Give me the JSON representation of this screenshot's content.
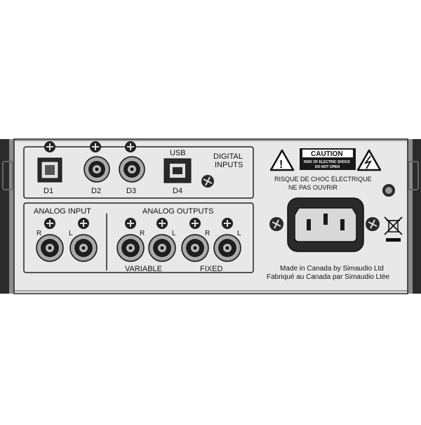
{
  "digital": {
    "title_line1": "DIGITAL",
    "title_line2": "INPUTS",
    "usb": "USB",
    "d1": "D1",
    "d2": "D2",
    "d3": "D3",
    "d4": "D4"
  },
  "analog_input": {
    "title": "ANALOG INPUT",
    "r": "R",
    "l": "L"
  },
  "analog_outputs": {
    "title": "ANALOG OUTPUTS",
    "variable_r": "R",
    "variable_l": "L",
    "fixed_r": "R",
    "fixed_l": "L",
    "variable": "VARIABLE",
    "fixed": "FIXED"
  },
  "warning": {
    "caution": "CAUTION",
    "risk_line1": "RISK OF ELECTRIC SHOCK",
    "risk_line2": "DO NOT OPEN",
    "risque_line1": "RISQUE DE CHOC ÉLECTRIQUE",
    "risque_line2": "NE PAS OUVRIR",
    "excl": "!"
  },
  "footer": {
    "made_in": "Made in Canada by Simaudio Ltd",
    "fabrique": "Fabriqué au Canada par Simaudio Ltée"
  },
  "colors": {
    "panel": "#e8e8e8",
    "outline": "#222222",
    "dark": "#2a2a2a"
  },
  "icons": [
    "screw-icon",
    "optical-jack-icon",
    "rca-jack-icon",
    "usb-b-port-icon",
    "iec-power-inlet-icon",
    "warning-triangle-icon",
    "lightning-triangle-icon",
    "weee-bin-icon"
  ]
}
